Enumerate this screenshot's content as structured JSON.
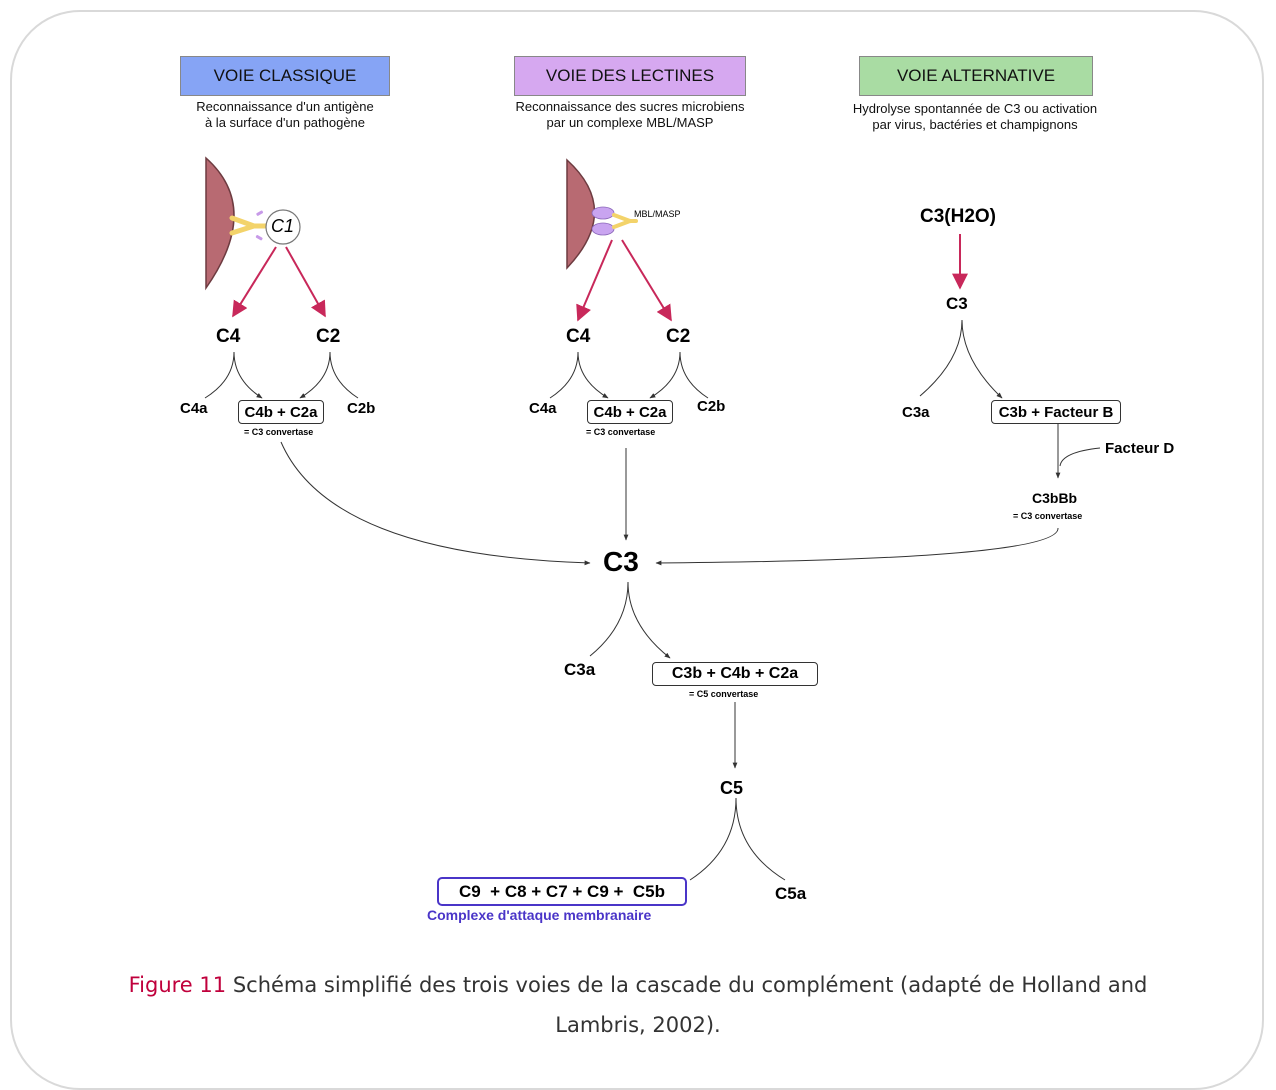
{
  "headers": {
    "classique": {
      "title": "VOIE CLASSIQUE",
      "subtitle_1": "Reconnaissance d'un antigène",
      "subtitle_2": "à la surface d'un pathogène",
      "color": "#86a4f5"
    },
    "lectines": {
      "title": "VOIE DES LECTINES",
      "subtitle_1": "Reconnaissance des sucres microbiens",
      "subtitle_2": "par un complexe MBL/MASP",
      "color": "#d6a8f0"
    },
    "alternative": {
      "title": "VOIE ALTERNATIVE",
      "subtitle_1": "Hydrolyse spontannée de C3 ou activation",
      "subtitle_2": "par virus, bactéries et champignons",
      "color": "#a9dca3"
    }
  },
  "classique": {
    "c1": "C1",
    "c4": "C4",
    "c2": "C2",
    "c4a": "C4a",
    "c2b": "C2b",
    "complex": "C4b + C2a",
    "complex_note": "= C3 convertase"
  },
  "lectines": {
    "mbl": "MBL/MASP",
    "c4": "C4",
    "c2": "C2",
    "c4a": "C4a",
    "c2b": "C2b",
    "complex": "C4b + C2a",
    "complex_note": "= C3 convertase"
  },
  "alternative": {
    "c3h2o": "C3(H2O)",
    "c3": "C3",
    "c3a": "C3a",
    "complex": "C3b + Facteur B",
    "facteur_d": "Facteur D",
    "c3bbb": "C3bBb",
    "c3bbb_note": "= C3 convertase"
  },
  "central": {
    "c3": "C3",
    "c3a": "C3a",
    "complex": "C3b + C4b + C2a",
    "complex_note": "= C5 convertase",
    "c5": "C5",
    "c5a": "C5a",
    "mac": "C9  + C8 + C7 + C9 +  C5b",
    "mac_label": "Complexe d'attaque membranaire",
    "mac_color": "#4a35c8"
  },
  "caption": {
    "figure": "Figure 11",
    "text": "Schéma simplifié des trois voies de la cascade du complément (adapté de Holland and",
    "text_2": "Lambris, 2002)."
  },
  "colors": {
    "arrow_red": "#c8285a",
    "pathogen": "#b86a72",
    "antibody": "#f3d36a"
  }
}
